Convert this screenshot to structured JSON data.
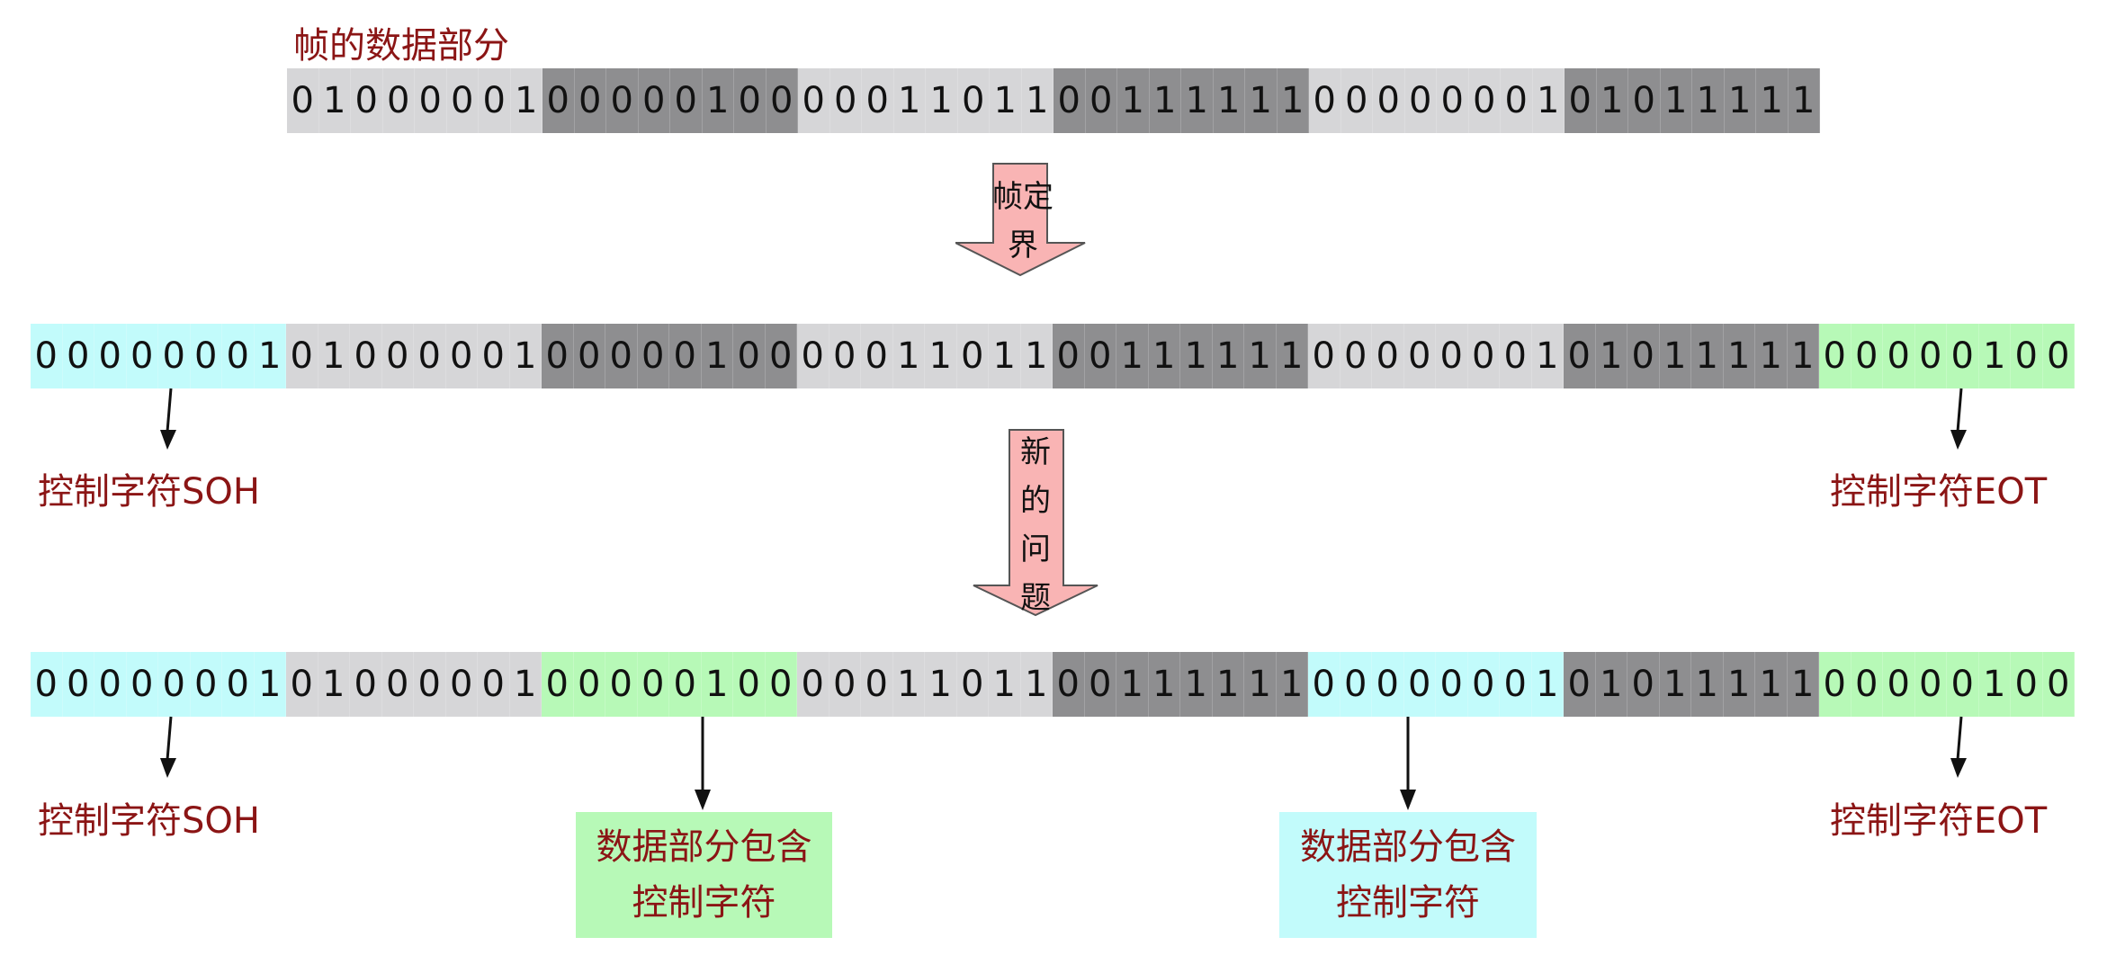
{
  "title": "帧的数据部分",
  "arrow1": [
    "帧定",
    "界"
  ],
  "arrow2": [
    "新",
    "的",
    "问",
    "题"
  ],
  "soh_label": "控制字符SOH",
  "eot_label": "控制字符EOT",
  "note_green": [
    "数据部分包含",
    "控制字符"
  ],
  "note_cyan": [
    "数据部分包含",
    "控制字符"
  ],
  "colors": {
    "light": "#d6d6d8",
    "dark": "#8e8e90",
    "cyan": "#c2fbfb",
    "green": "#b7f9b7",
    "label": "#8b1515",
    "arrow_fill": "#f9b4b4"
  },
  "rows": [
    {
      "name": "data-row",
      "bytes": [
        {
          "bits": "01000001",
          "color": "light"
        },
        {
          "bits": "00000100",
          "color": "dark"
        },
        {
          "bits": "00011011",
          "color": "light"
        },
        {
          "bits": "00111111",
          "color": "dark"
        },
        {
          "bits": "00000001",
          "color": "light"
        },
        {
          "bits": "01011111",
          "color": "dark"
        }
      ]
    },
    {
      "name": "framed-row",
      "bytes": [
        {
          "bits": "00000001",
          "color": "cyan"
        },
        {
          "bits": "01000001",
          "color": "light"
        },
        {
          "bits": "00000100",
          "color": "dark"
        },
        {
          "bits": "00011011",
          "color": "light"
        },
        {
          "bits": "00111111",
          "color": "dark"
        },
        {
          "bits": "00000001",
          "color": "light"
        },
        {
          "bits": "01011111",
          "color": "dark"
        },
        {
          "bits": "00000100",
          "color": "green"
        }
      ]
    },
    {
      "name": "problem-row",
      "bytes": [
        {
          "bits": "00000001",
          "color": "cyan"
        },
        {
          "bits": "01000001",
          "color": "light"
        },
        {
          "bits": "00000100",
          "color": "green"
        },
        {
          "bits": "00011011",
          "color": "light"
        },
        {
          "bits": "00111111",
          "color": "dark"
        },
        {
          "bits": "00000001",
          "color": "cyan"
        },
        {
          "bits": "01011111",
          "color": "dark"
        },
        {
          "bits": "00000100",
          "color": "green"
        }
      ]
    }
  ]
}
